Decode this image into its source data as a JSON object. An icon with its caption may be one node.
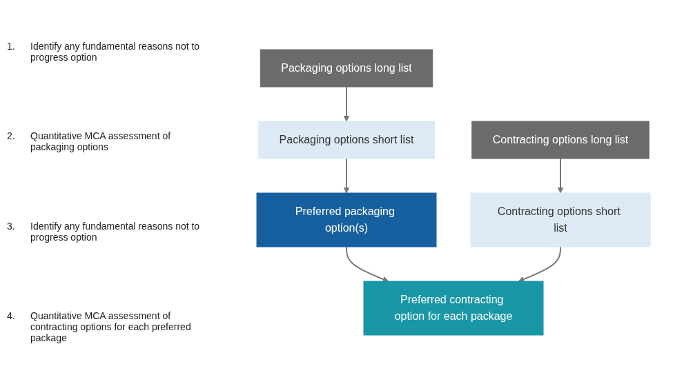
{
  "diagram": {
    "nodes": [
      {
        "text": [
          "Packaging options long list"
        ]
      },
      {
        "text": [
          "Contracting options long list"
        ]
      },
      {
        "text": [
          "Packaging options short list"
        ]
      },
      {
        "text": [
          "Preferred packaging option(s)"
        ]
      },
      {
        "text": [
          "Contracting options short list"
        ]
      },
      {
        "text": [
          "Preferred contracting option for each package"
        ]
      }
    ],
    "edges": [
      {
        "from": 0,
        "to": 2,
        "arrow": "to"
      },
      {
        "from": 2,
        "to": 3,
        "arrow": "to"
      },
      {
        "from": 3,
        "to": 5,
        "arrow": "to"
      },
      {
        "from": 1,
        "to": 4,
        "arrow": "to"
      },
      {
        "from": 4,
        "to": 5,
        "arrow": "to"
      }
    ],
    "labels": [
      "1.",
      "Identify any fundamental reasons not to progress option",
      "2.",
      "Quantitative MCA assessment of packaging options",
      "3.",
      "Identify any fundamental reasons not to progress option",
      "4.",
      "Quantitative MCA assessment of contracting options for each preferred package"
    ]
  }
}
